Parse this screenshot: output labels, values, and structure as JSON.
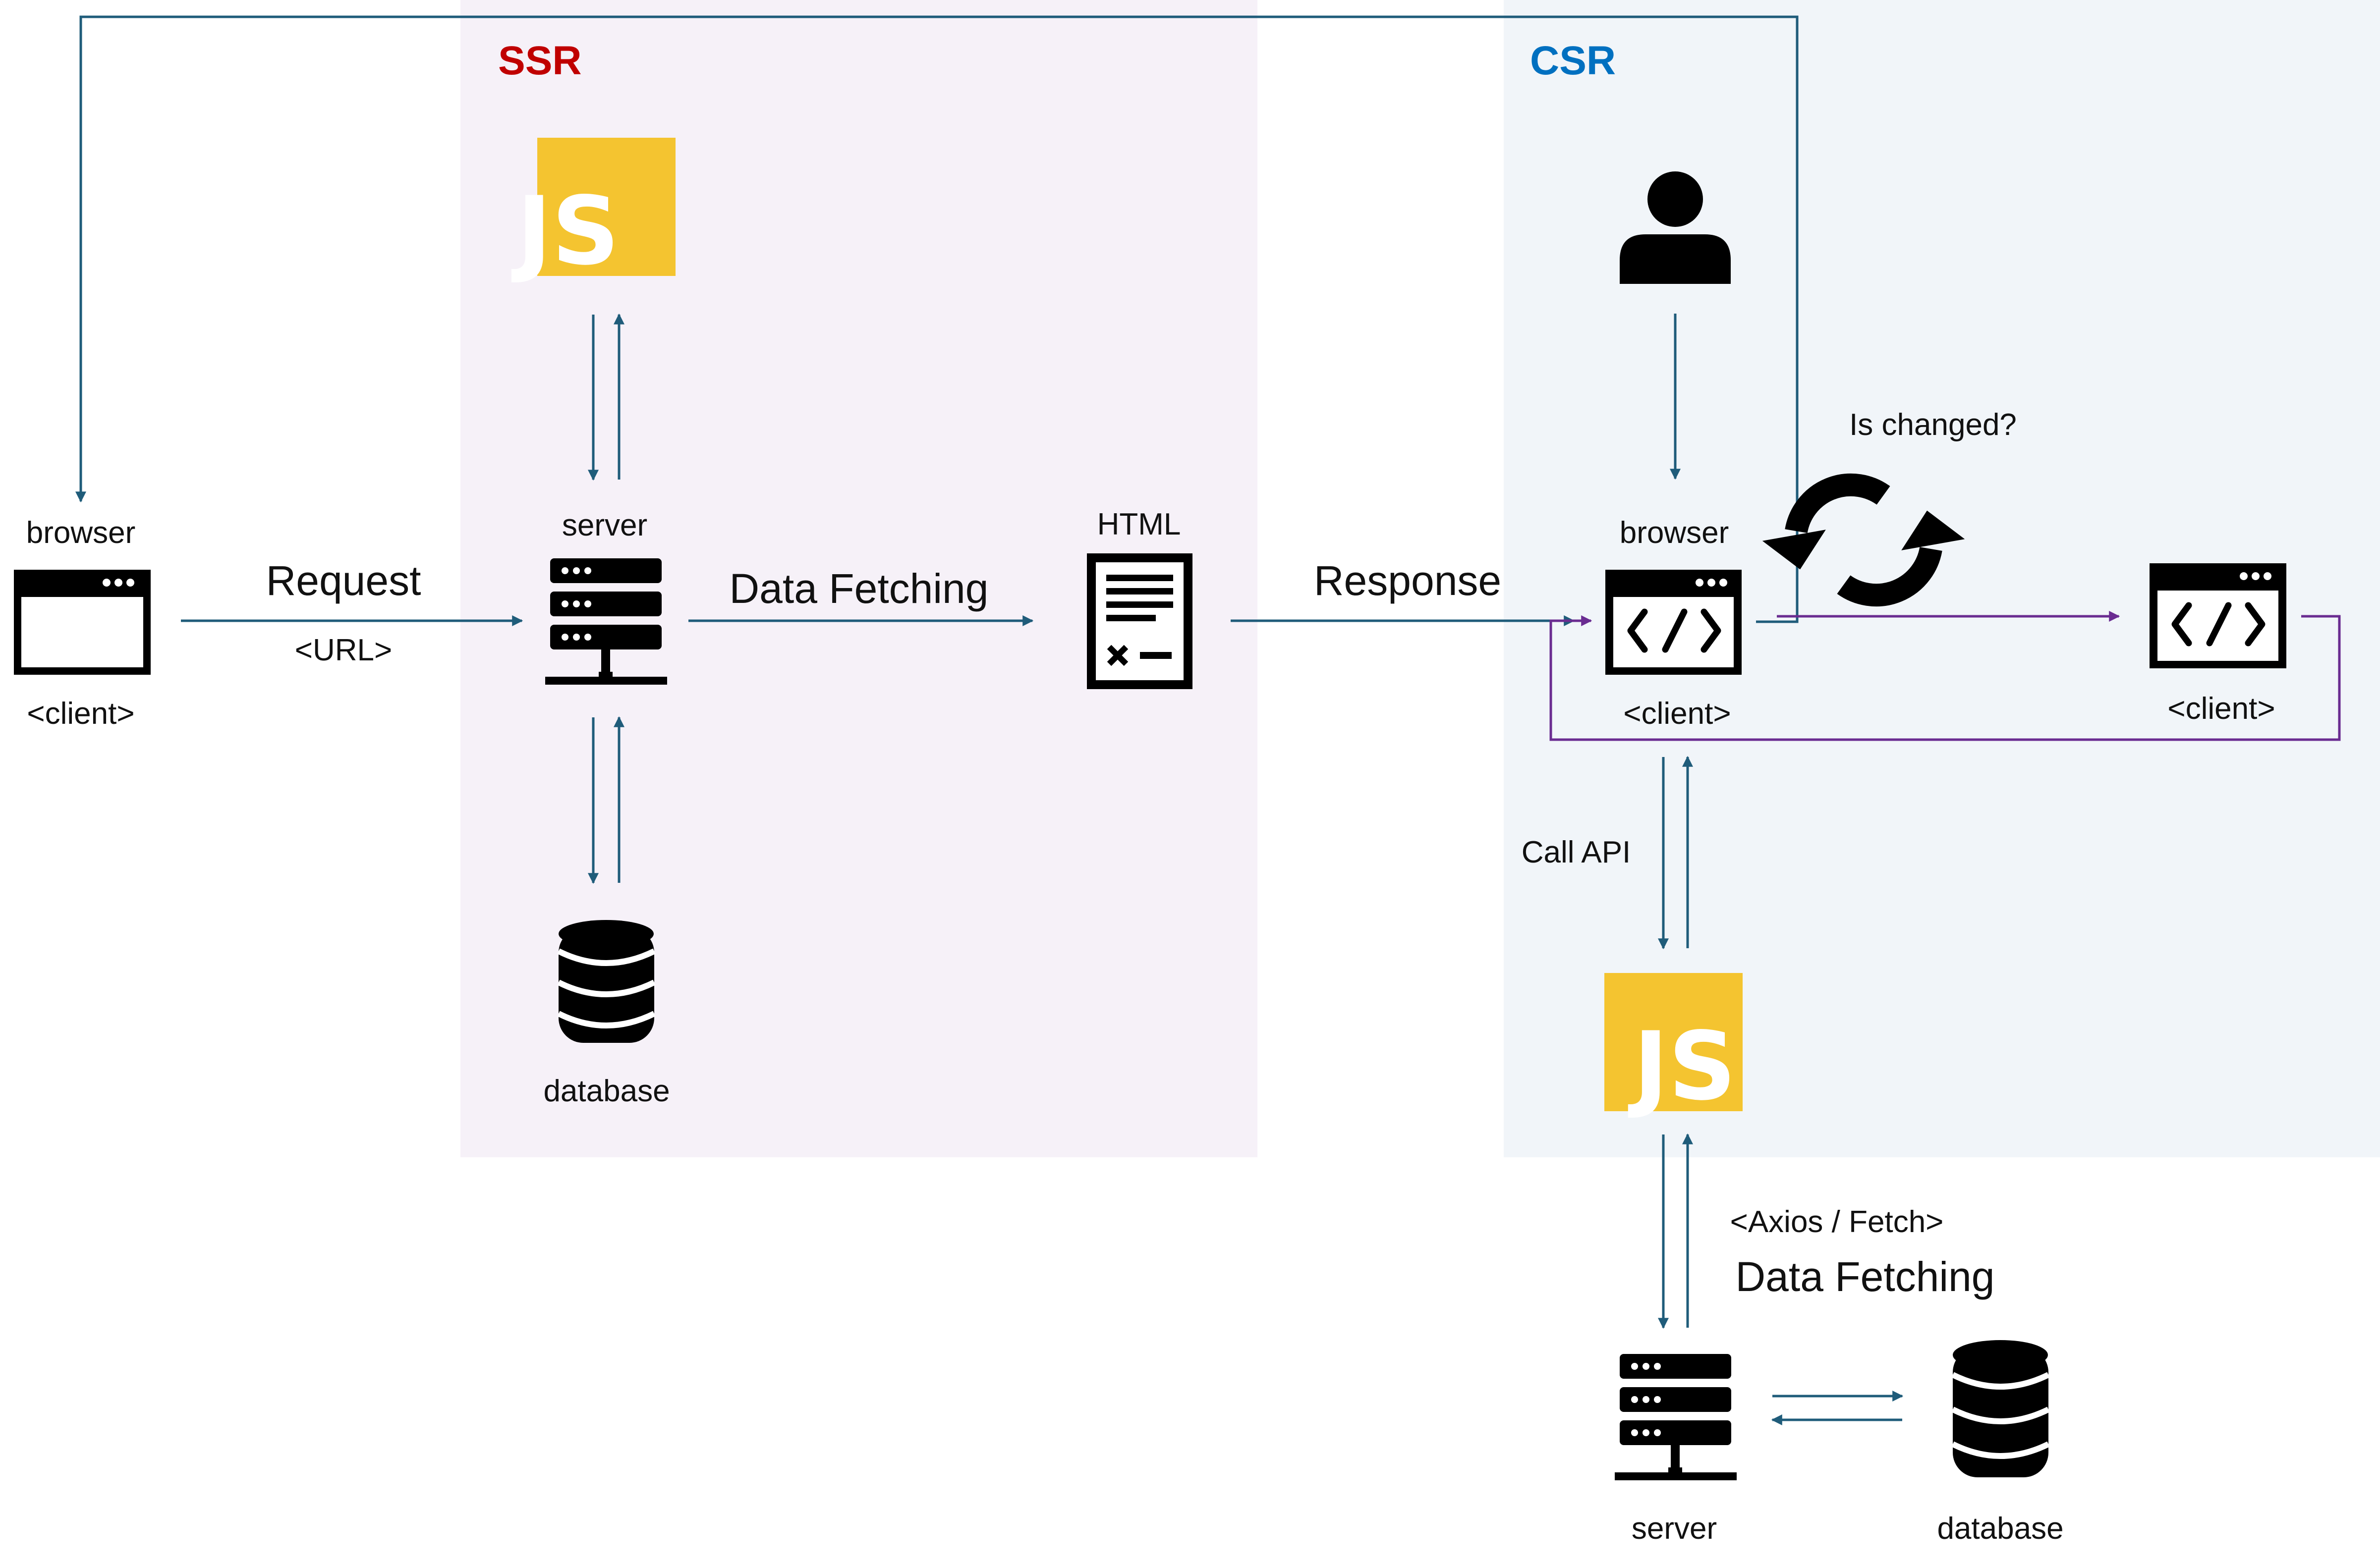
{
  "sections": {
    "ssr": {
      "title": "SSR",
      "color": "#C00000",
      "bg": "#F6F1F8"
    },
    "csr": {
      "title": "CSR",
      "color": "#0070C0",
      "bg": "#F1F5F9"
    }
  },
  "colors": {
    "arrow": "#1F5C7A",
    "loop": "#6A2C91",
    "js_bg": "#F4C430",
    "js_text": "#FFFFFF",
    "icon": "#000000"
  },
  "ssr": {
    "client": {
      "top_label": "browser",
      "bottom_label": "<client>",
      "icon": "browser-window-icon"
    },
    "request": {
      "label": "Request",
      "sublabel": "<URL>"
    },
    "js": {
      "text": "JS",
      "icon": "javascript-logo-icon"
    },
    "server": {
      "label": "server",
      "icon": "server-rack-icon"
    },
    "database": {
      "label": "database",
      "icon": "database-icon"
    },
    "fetch": {
      "label": "Data Fetching"
    },
    "html": {
      "label": "HTML",
      "icon": "html-document-icon"
    }
  },
  "response": {
    "label": "Response"
  },
  "csr": {
    "user": {
      "icon": "user-icon"
    },
    "client": {
      "top_label": "browser",
      "bottom_label": "<client>",
      "icon": "code-window-icon"
    },
    "rerender": {
      "label": "Is changed?",
      "icon": "refresh-icon"
    },
    "client2": {
      "bottom_label": "<client>",
      "icon": "code-window-icon"
    },
    "call_api": {
      "label": "Call API"
    },
    "js": {
      "text": "JS",
      "icon": "javascript-logo-icon"
    },
    "fetch": {
      "label": "Data Fetching",
      "sublabel": "<Axios / Fetch>"
    },
    "server": {
      "label": "server",
      "icon": "server-rack-icon"
    },
    "database": {
      "label": "database",
      "icon": "database-icon"
    }
  }
}
